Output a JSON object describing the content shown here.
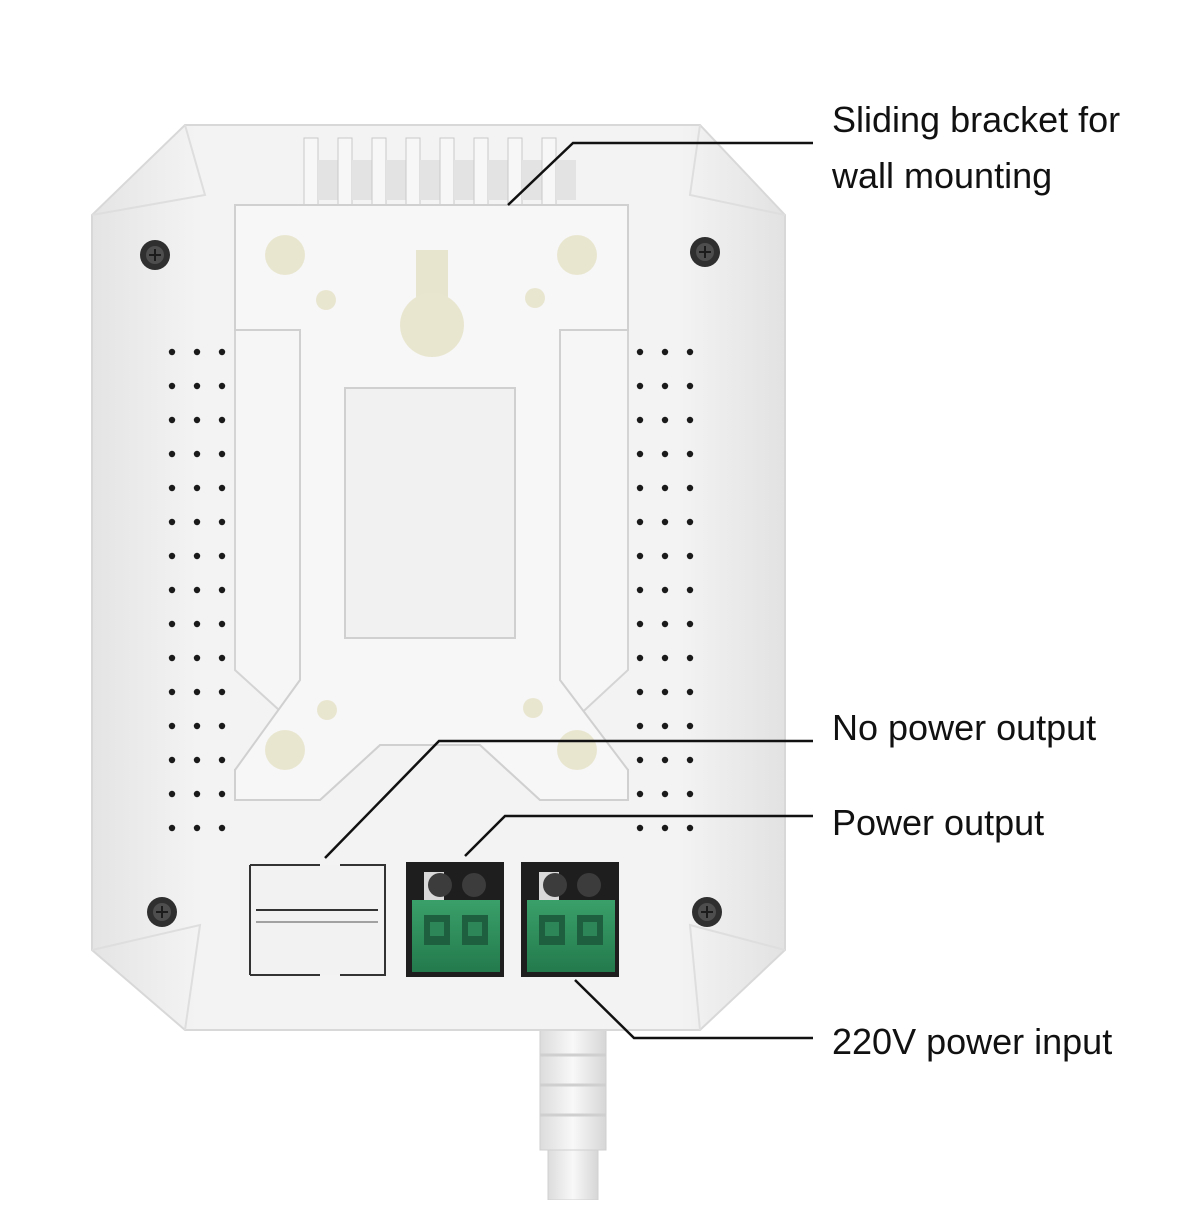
{
  "callouts": {
    "bracket": {
      "line1": "Sliding bracket for",
      "line2": "wall mounting"
    },
    "no_power": "No power output",
    "power_out": "Power output",
    "power_in": "220V power input"
  },
  "colors": {
    "housing": "#efefef",
    "bracket": "#f4f4f4",
    "terminal": "#2f8a5a",
    "terminal_dark": "#1f6a45",
    "screw": "#2b2b2b",
    "hole": "#e9e6d0",
    "line": "#111111"
  }
}
